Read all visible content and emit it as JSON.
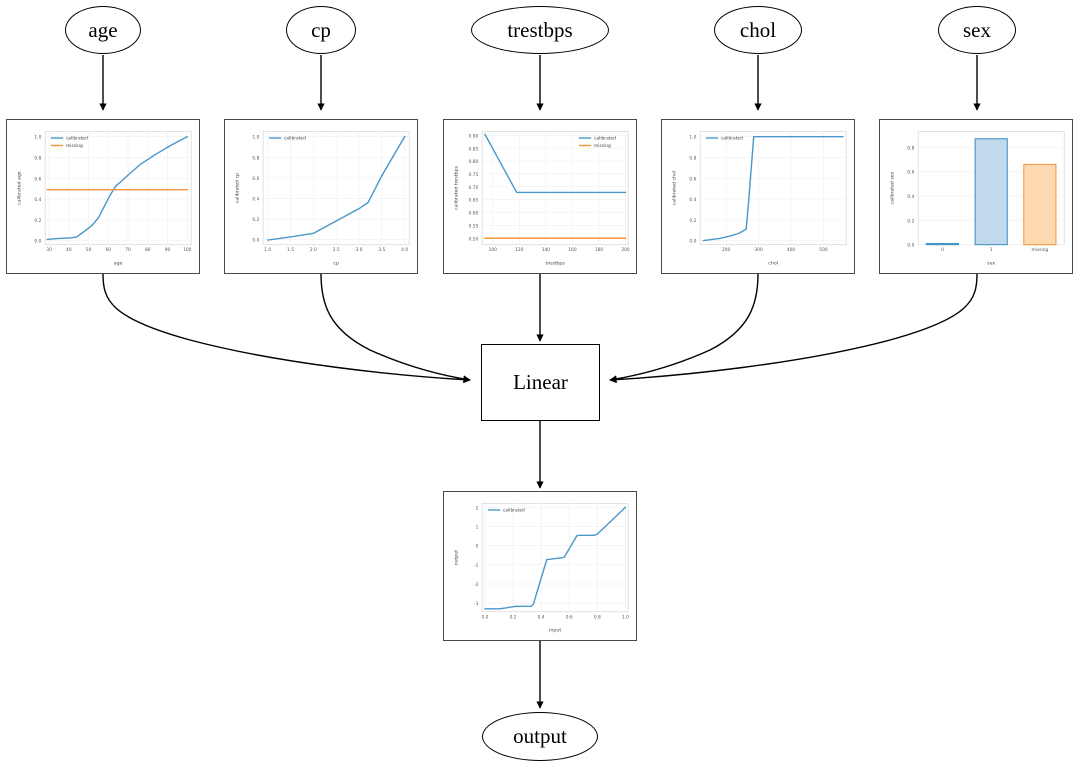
{
  "diagram": {
    "type": "computation-graph",
    "title": "",
    "input_nodes": [
      {
        "id": "age",
        "label": "age"
      },
      {
        "id": "cp",
        "label": "cp"
      },
      {
        "id": "trestbps",
        "label": "trestbps"
      },
      {
        "id": "chol",
        "label": "chol"
      },
      {
        "id": "sex",
        "label": "sex"
      }
    ],
    "linear_node": {
      "id": "linear",
      "label": "Linear"
    },
    "output_node": {
      "id": "output",
      "label": "output"
    }
  },
  "colors": {
    "calibrated": "#4a98c9",
    "missing": "#f5943f",
    "bar_blue_fill": "#c2d9ec",
    "bar_blue_edge": "#3b8fc4",
    "bar_orange_fill": "#fcd9b0",
    "bar_orange_edge": "#f5943f",
    "edge_stroke": "#000000",
    "panel_border": "#4a4a4a",
    "grid": "#f2f2f2"
  },
  "chart_data": [
    {
      "id": "age",
      "type": "line",
      "title": "",
      "xlabel": "age",
      "ylabel": "calibrated age",
      "xlim": [
        28,
        102
      ],
      "ylim": [
        -0.04,
        1.05
      ],
      "xticks": [
        "30",
        "40",
        "50",
        "60",
        "70",
        "80",
        "90",
        "100"
      ],
      "xtickvals": [
        30,
        40,
        50,
        60,
        70,
        80,
        90,
        100
      ],
      "yticks": [
        "0.0",
        "0.2",
        "0.4",
        "0.6",
        "0.8",
        "1.0"
      ],
      "ytickvals": [
        0.0,
        0.2,
        0.4,
        0.6,
        0.8,
        1.0
      ],
      "legend": [
        "calibrated",
        "missing"
      ],
      "legend_position": "upper left",
      "series": [
        {
          "name": "calibrated",
          "color": "#4a98c9",
          "x": [
            29,
            35,
            41,
            44,
            48,
            52,
            55,
            58,
            61,
            64,
            66,
            70,
            76,
            84,
            92,
            100
          ],
          "y": [
            0.01,
            0.02,
            0.025,
            0.035,
            0.09,
            0.15,
            0.22,
            0.33,
            0.44,
            0.53,
            0.56,
            0.63,
            0.73,
            0.83,
            0.92,
            1.0
          ]
        },
        {
          "name": "missing",
          "color": "#f5943f",
          "x": [
            29,
            100
          ],
          "y": [
            0.49,
            0.49
          ]
        }
      ]
    },
    {
      "id": "cp",
      "type": "line",
      "title": "",
      "xlabel": "cp",
      "ylabel": "calibrated cp",
      "xlim": [
        0.9,
        4.1
      ],
      "ylim": [
        -0.05,
        1.05
      ],
      "xticks": [
        "1.0",
        "1.5",
        "2.0",
        "2.5",
        "3.0",
        "3.5",
        "4.0"
      ],
      "xtickvals": [
        1.0,
        1.5,
        2.0,
        2.5,
        3.0,
        3.5,
        4.0
      ],
      "yticks": [
        "0.0",
        "0.2",
        "0.4",
        "0.6",
        "0.8",
        "1.0"
      ],
      "ytickvals": [
        0.0,
        0.2,
        0.4,
        0.6,
        0.8,
        1.0
      ],
      "legend": [
        "calibrated"
      ],
      "legend_position": "upper left",
      "series": [
        {
          "name": "calibrated",
          "color": "#4a98c9",
          "x": [
            1.0,
            1.5,
            2.0,
            2.5,
            3.0,
            3.2,
            3.5,
            4.0
          ],
          "y": [
            -0.005,
            0.025,
            0.06,
            0.18,
            0.3,
            0.36,
            0.62,
            1.0
          ]
        }
      ]
    },
    {
      "id": "trestbps",
      "type": "line",
      "title": "",
      "xlabel": "trestbps",
      "ylabel": "calibrated trestbps",
      "xlim": [
        92,
        202
      ],
      "ylim": [
        0.475,
        0.915
      ],
      "xticks": [
        "100",
        "120",
        "140",
        "160",
        "180",
        "200"
      ],
      "xtickvals": [
        100,
        120,
        140,
        160,
        180,
        200
      ],
      "yticks": [
        "0.50",
        "0.55",
        "0.60",
        "0.65",
        "0.70",
        "0.75",
        "0.80",
        "0.85",
        "0.90"
      ],
      "ytickvals": [
        0.5,
        0.55,
        0.6,
        0.65,
        0.7,
        0.75,
        0.8,
        0.85,
        0.9
      ],
      "legend": [
        "calibrated",
        "missing"
      ],
      "legend_position": "upper right",
      "series": [
        {
          "name": "calibrated",
          "color": "#4a98c9",
          "x": [
            94,
            118,
            200
          ],
          "y": [
            0.905,
            0.678,
            0.678
          ]
        },
        {
          "name": "missing",
          "color": "#f5943f",
          "x": [
            94,
            200
          ],
          "y": [
            0.5,
            0.5
          ]
        }
      ]
    },
    {
      "id": "chol",
      "type": "line",
      "title": "",
      "xlabel": "chol",
      "ylabel": "calibrated chol",
      "xlim": [
        120,
        570
      ],
      "ylim": [
        -0.04,
        1.05
      ],
      "xticks": [
        "200",
        "300",
        "400",
        "500"
      ],
      "xtickvals": [
        200,
        300,
        400,
        500
      ],
      "yticks": [
        "0.0",
        "0.2",
        "0.4",
        "0.6",
        "0.8",
        "1.0"
      ],
      "ytickvals": [
        0.0,
        0.2,
        0.4,
        0.6,
        0.8,
        1.0
      ],
      "legend": [
        "calibrated"
      ],
      "legend_position": "upper left",
      "series": [
        {
          "name": "calibrated",
          "color": "#4a98c9",
          "x": [
            130,
            180,
            215,
            240,
            262,
            270,
            285,
            400,
            560
          ],
          "y": [
            0.0,
            0.02,
            0.045,
            0.07,
            0.11,
            0.4,
            1.0,
            1.0,
            1.0
          ]
        }
      ]
    },
    {
      "id": "sex",
      "type": "bar",
      "title": "",
      "xlabel": "sex",
      "ylabel": "calibrated sex",
      "ylim": [
        0.0,
        0.93
      ],
      "categories": [
        "0",
        "1",
        "missing"
      ],
      "values": [
        0.005,
        0.87,
        0.66
      ],
      "bar_colors": [
        "#c2d9ec",
        "#c2d9ec",
        "#fcd9b0"
      ],
      "bar_edges": [
        "#3b8fc4",
        "#3b8fc4",
        "#f5943f"
      ],
      "yticks": [
        "0.0",
        "0.2",
        "0.4",
        "0.6",
        "0.8"
      ],
      "ytickvals": [
        0.0,
        0.2,
        0.4,
        0.6,
        0.8
      ],
      "legend": [],
      "legend_position": "none"
    },
    {
      "id": "output",
      "type": "line",
      "title": "",
      "xlabel": "input",
      "ylabel": "output",
      "xlim": [
        -0.02,
        1.02
      ],
      "ylim": [
        -3.45,
        2.2
      ],
      "xticks": [
        "0.0",
        "0.2",
        "0.4",
        "0.6",
        "0.8",
        "1.0"
      ],
      "xtickvals": [
        0.0,
        0.2,
        0.4,
        0.6,
        0.8,
        1.0
      ],
      "yticks": [
        "2",
        "1",
        "0",
        "-1",
        "-2",
        "-3"
      ],
      "ytickvals": [
        2,
        1,
        0,
        -1,
        -2,
        -3
      ],
      "legend": [
        "calibrated"
      ],
      "legend_position": "upper left",
      "series": [
        {
          "name": "calibrated",
          "color": "#4a98c9",
          "x": [
            0.0,
            0.1,
            0.13,
            0.22,
            0.33,
            0.345,
            0.44,
            0.45,
            0.55,
            0.565,
            0.655,
            0.675,
            0.78,
            0.8,
            1.0
          ],
          "y": [
            -3.3,
            -3.3,
            -3.27,
            -3.17,
            -3.16,
            -3.05,
            -0.73,
            -0.72,
            -0.63,
            -0.6,
            0.52,
            0.54,
            0.54,
            0.6,
            2.0
          ]
        }
      ]
    }
  ]
}
